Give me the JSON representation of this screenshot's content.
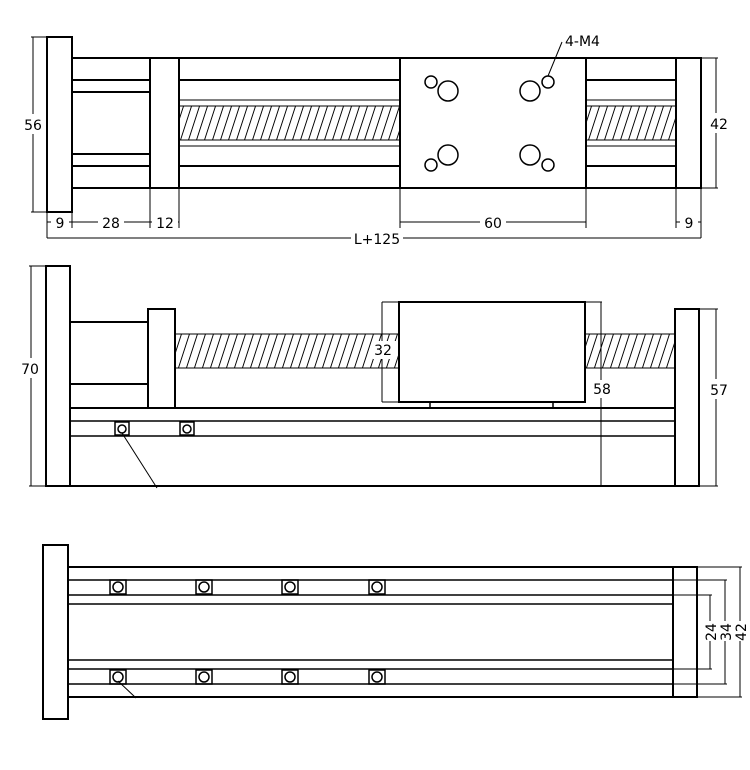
{
  "top_view": {
    "hole_callout": "4-M4",
    "dim_height_left": "56",
    "dim_height_right": "42",
    "dim_plate_left": "9",
    "dim_motor": "28",
    "dim_bearing": "12",
    "dim_carriage": "60",
    "dim_plate_right": "9",
    "dim_total": "L+125"
  },
  "side_view": {
    "dim_height_left": "70",
    "dim_carriage_height": "32",
    "dim_mid": "58",
    "dim_height_right": "57"
  },
  "bottom_view": {
    "dim_inner": "24",
    "dim_mid": "34",
    "dim_outer": "42"
  }
}
